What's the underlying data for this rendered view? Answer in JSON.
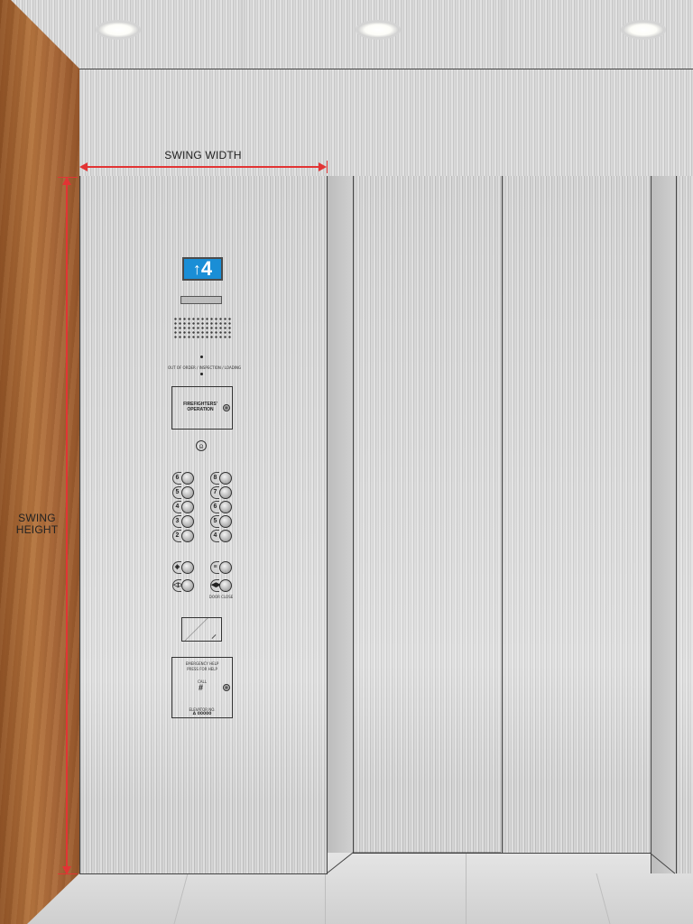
{
  "dimensions": {
    "swing_width_label": "SWING WIDTH",
    "swing_height_label_line1": "SWING",
    "swing_height_label_line2": "HEIGHT",
    "dimension_color": "#e23434"
  },
  "car_operating_panel": {
    "position_indicator": {
      "direction_icon": "up-arrow-icon",
      "floor": "4",
      "display_color": "#1a8ed6"
    },
    "indicator_caption": "OUT OF ORDER / INSPECTION / LOADING",
    "fire_service": {
      "line1": "FIREFIGHTERS'",
      "line2": "OPERATION"
    },
    "alarm_icon": "alarm-bell-icon",
    "floor_buttons_left": [
      "6",
      "5",
      "4",
      "3",
      "2"
    ],
    "floor_buttons_right": [
      "8",
      "7",
      "6",
      "5",
      "4"
    ],
    "function_buttons_left": [
      "◈",
      "◁▷"
    ],
    "function_buttons_right": [
      "≡",
      "◀▶"
    ],
    "function_caption_right": "DOOR CLOSE",
    "phone": {
      "caption": "EMERGENCY HELP",
      "sub_caption": "PRESS FOR HELP",
      "code_label": "CALL",
      "symbol": "#",
      "footer1": "ELEVATOR NO.",
      "footer2": "A 00000"
    }
  }
}
